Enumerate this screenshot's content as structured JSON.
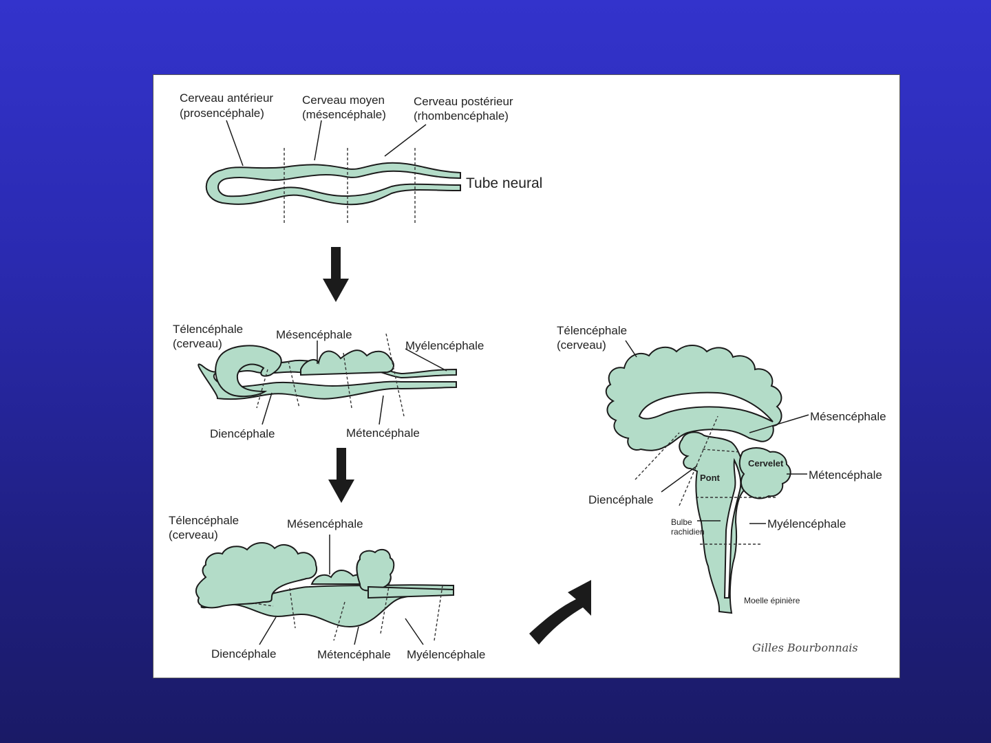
{
  "stage1": {
    "label_anterior_1": "Cerveau antérieur",
    "label_anterior_2": "(prosencéphale)",
    "label_middle_1": "Cerveau moyen",
    "label_middle_2": "(mésencéphale)",
    "label_posterior_1": "Cerveau postérieur",
    "label_posterior_2": "(rhombencéphale)",
    "label_tube": "Tube neural"
  },
  "stage2": {
    "label_telencephale_1": "Télencéphale",
    "label_telencephale_2": "(cerveau)",
    "label_mesencephale": "Mésencéphale",
    "label_myelencephale": "Myélencéphale",
    "label_diencephale": "Diencéphale",
    "label_metencephale": "Métencéphale"
  },
  "stage3": {
    "label_telencephale_1": "Télencéphale",
    "label_telencephale_2": "(cerveau)",
    "label_mesencephale": "Mésencéphale",
    "label_diencephale": "Diencéphale",
    "label_metencephale": "Métencéphale",
    "label_myelencephale": "Myélencéphale"
  },
  "adult": {
    "label_telencephale_1": "Télencéphale",
    "label_telencephale_2": "(cerveau)",
    "label_mesencephale": "Mésencéphale",
    "label_cervelet": "Cervelet",
    "label_metencephale": "Métencéphale",
    "label_pont": "Pont",
    "label_diencephale": "Diencéphale",
    "label_bulbe_1": "Bulbe",
    "label_bulbe_2": "rachidien",
    "label_myelencephale": "Myélencéphale",
    "label_moelle": "Moelle épinière"
  },
  "signature": "Gilles Bourbonnais",
  "colors": {
    "background_top": "#3333cc",
    "background_bottom": "#1a1a66",
    "tissue": "#b3dcc8",
    "outline": "#1b1b1b"
  }
}
